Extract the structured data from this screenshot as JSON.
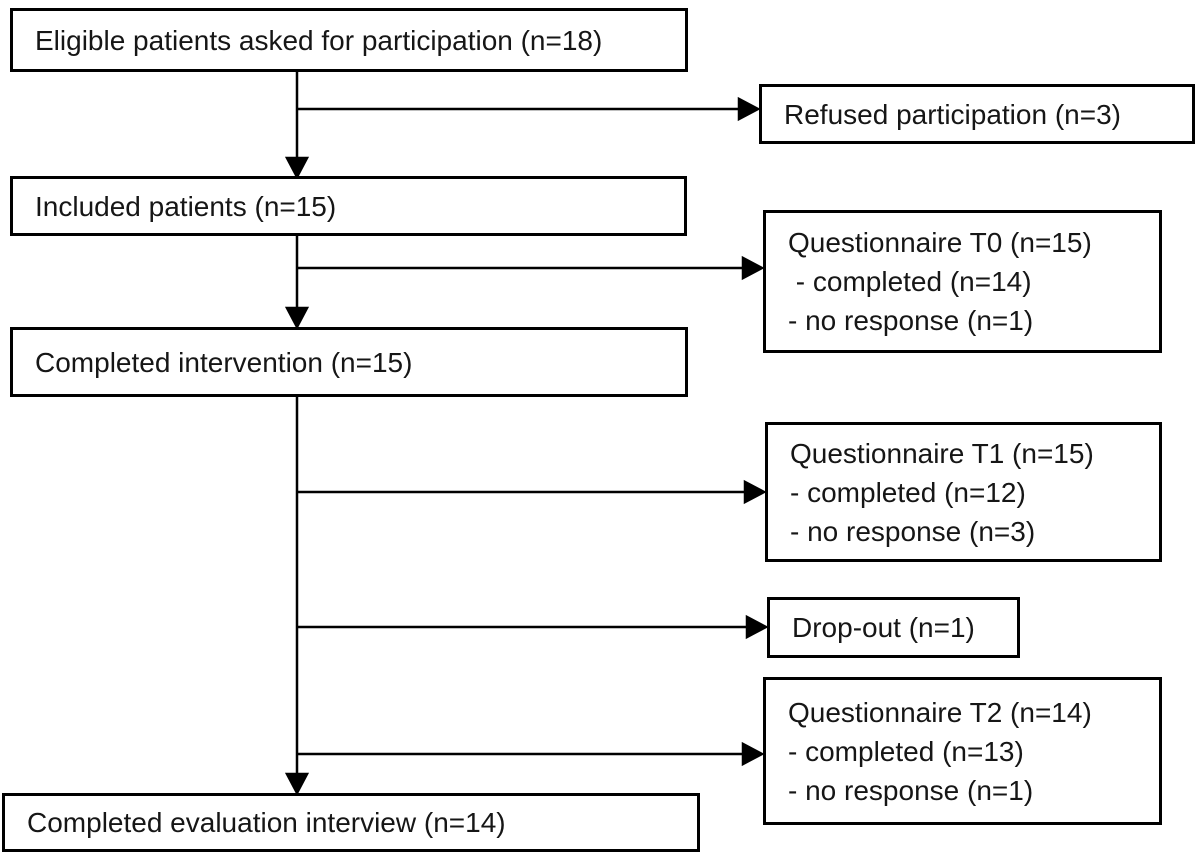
{
  "diagram": {
    "title_semantic": "patient-flow-diagram",
    "background_color": "#ffffff",
    "line_color": "#000000",
    "text_color": "#161616"
  },
  "boxes": {
    "eligible": {
      "label": "Eligible patients asked for participation (n=18)"
    },
    "refused": {
      "label": "Refused participation (n=3)"
    },
    "included": {
      "label": "Included patients (n=15)"
    },
    "questionnaire_t0": {
      "title": "Questionnaire T0 (n=15)",
      "line1": " - completed (n=14)",
      "line2": "- no response (n=1)"
    },
    "intervention": {
      "label": "Completed intervention (n=15)"
    },
    "questionnaire_t1": {
      "title": "Questionnaire T1 (n=15)",
      "line1": "- completed (n=12)",
      "line2": "- no response (n=3)"
    },
    "dropout": {
      "label": "Drop-out (n=1)"
    },
    "questionnaire_t2": {
      "title": "Questionnaire T2 (n=14)",
      "line1": "- completed (n=13)",
      "line2": "- no response (n=1)"
    },
    "evaluation": {
      "label": "Completed evaluation interview (n=14)"
    }
  }
}
